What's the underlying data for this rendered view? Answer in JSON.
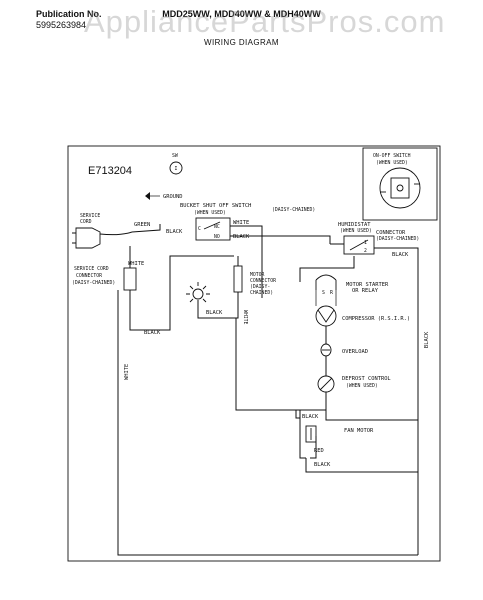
{
  "header": {
    "publication_label": "Publication No.",
    "publication_number": "5995263984",
    "models": "MDD25WW, MDD40WW & MDH40WW",
    "title": "WIRING DIAGRAM",
    "watermark": "AppliancePartsPros.com"
  },
  "diagram": {
    "code": "E713204",
    "switch_symbol": {
      "tag": "SW",
      "mark": "I"
    },
    "ground": "GROUND",
    "cord": {
      "line1": "SERVICE",
      "line2": "CORD",
      "green": "GREEN",
      "black": "BLACK"
    },
    "bucket_switch": {
      "line1": "BUCKET SHUT OFF SWITCH",
      "line2": "(WHEN USED)",
      "c": "C",
      "nc": "NC",
      "no": "NO",
      "white": "WHITE",
      "black": "BLACK",
      "daisy": "(DAISY-CHAINED)"
    },
    "onoff": {
      "line1": "ON-OFF SWITCH",
      "line2": "(WHEN USED)"
    },
    "humidistat": {
      "line1": "HUMIDISTAT",
      "line2": "(WHEN USED)",
      "t1": "1",
      "t2": "2"
    },
    "connector": {
      "line1": "CONNECTOR",
      "line2": "(DAISY-CHAINED)",
      "black": "BLACK"
    },
    "cord_connector": {
      "white": "WHITE",
      "line1": "SERVICE CORD",
      "line2": "CONNECTOR",
      "line3": "(DAISY-CHAINED)",
      "black": "BLACK"
    },
    "motor_connector": {
      "line1": "MOTOR",
      "line2": "CONNECTOR",
      "line3": "(DAISY-",
      "line4": "CHAINED)",
      "black": "BLACK",
      "white": "WHITE"
    },
    "starter": {
      "line1": "MOTOR STARTER",
      "line2": "OR RELAY",
      "s": "S",
      "r": "R"
    },
    "compressor": "COMPRESSOR (R.S.I.R.)",
    "overload": "OVERLOAD",
    "defrost": {
      "line1": "DEFROST CONTROL",
      "line2": "(WHEN USED)"
    },
    "fan": {
      "label": "FAN MOTOR",
      "red": "RED",
      "black_top": "BLACK",
      "black_bottom": "BLACK"
    },
    "trunk_left": "WHITE",
    "trunk_right": "BLACK"
  }
}
